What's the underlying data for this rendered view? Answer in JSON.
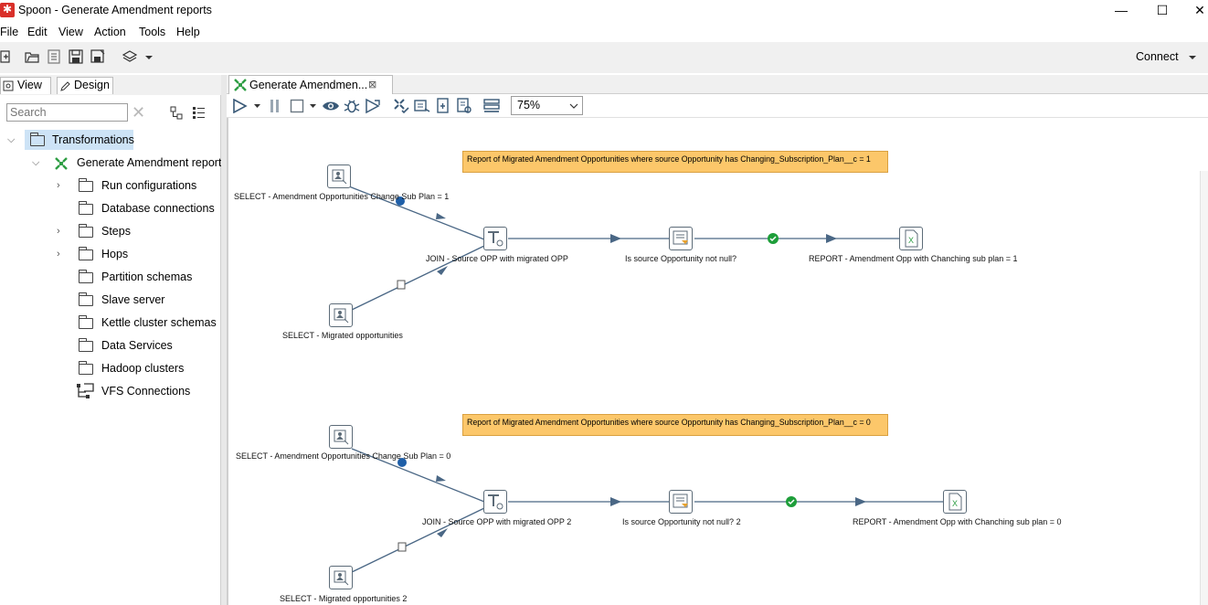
{
  "window": {
    "title": "Spoon - Generate Amendment reports",
    "minimize": "—",
    "maximize": "☐",
    "close": "✕"
  },
  "menu": [
    "File",
    "Edit",
    "View",
    "Action",
    "Tools",
    "Help"
  ],
  "toolbar": {
    "connect_label": "Connect"
  },
  "left_panel": {
    "tabs": {
      "view": "View",
      "design": "Design"
    },
    "search": {
      "placeholder": "Search"
    },
    "tree": {
      "root": "Transformations",
      "transformation": "Generate Amendment reports",
      "items": [
        "Run configurations",
        "Database connections",
        "Steps",
        "Hops",
        "Partition schemas",
        "Slave server",
        "Kettle cluster schemas",
        "Data Services",
        "Hadoop clusters",
        "VFS Connections"
      ]
    }
  },
  "editor": {
    "tab_label": "Generate Amendmen...",
    "zoom": "75%",
    "notes": [
      "Report of Migrated Amendment Opportunities where source Opportunity has Changing_Subscription_Plan__c = 1",
      "Report of Migrated Amendment Opportunities where source Opportunity has Changing_Subscription_Plan__c = 0"
    ],
    "steps": {
      "s1": "SELECT - Amendment Opportunities Change Sub Plan = 1",
      "s2": "SELECT - Migrated opportunities",
      "j1": "JOIN - Source OPP with migrated OPP",
      "f1": "Is source Opportunity not null?",
      "r1": "REPORT - Amendment Opp with Chanching sub plan = 1",
      "s3": "SELECT - Amendment Opportunities Change Sub Plan = 0",
      "s4": "SELECT - Migrated opportunities 2",
      "j2": "JOIN - Source OPP with migrated OPP 2",
      "f2": "Is source Opportunity not null? 2",
      "r2": "REPORT - Amendment Opp with Chanching sub plan = 0"
    }
  },
  "colors": {
    "note_bg": "#fcc76a",
    "hop": "#4a6785",
    "ok_green": "#1e9e3a",
    "info_blue": "#1f5fa8"
  }
}
